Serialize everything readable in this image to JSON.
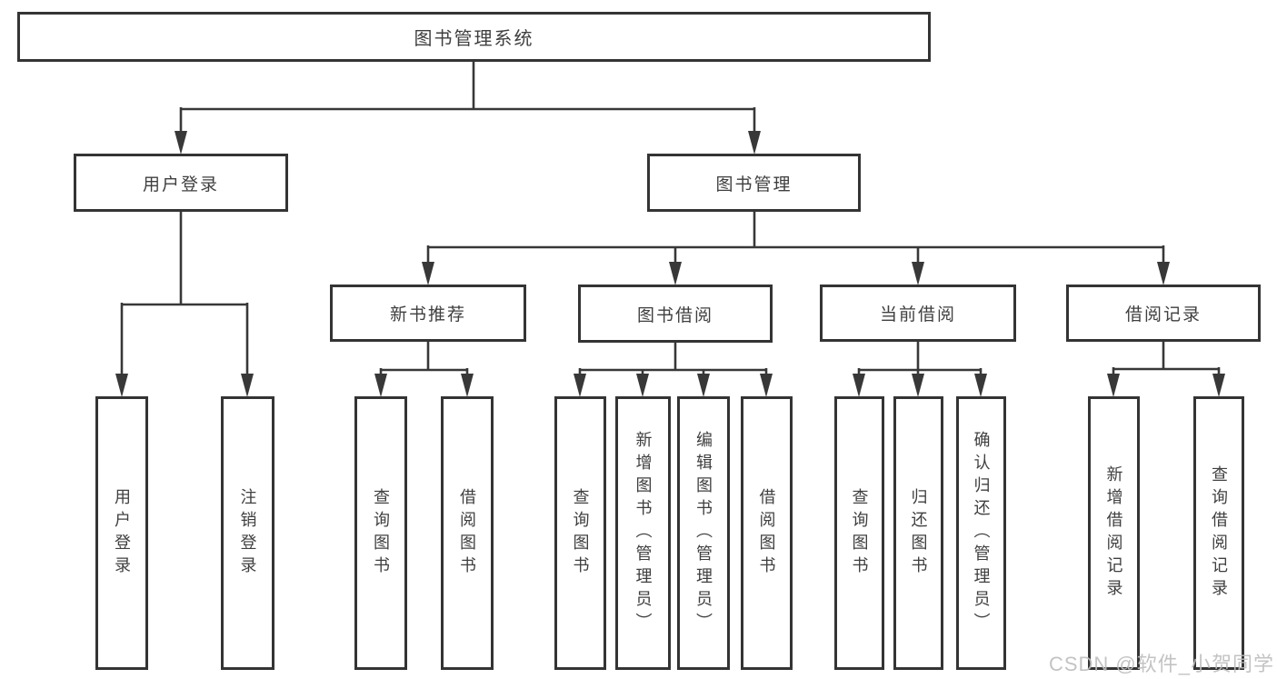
{
  "colors": {
    "line": "#383838",
    "box_border": "#343434",
    "text": "#3f3f3f",
    "watermark_text": "#bdbdbf",
    "background": "#ffffff"
  },
  "watermark": {
    "text": "CSDN @软件_小贺同学"
  },
  "tree": {
    "root": {
      "label": "图书管理系统",
      "children": [
        {
          "label": "用户登录",
          "children": [
            {
              "label": "用户登录"
            },
            {
              "label": "注销登录"
            }
          ]
        },
        {
          "label": "图书管理",
          "children": [
            {
              "label": "新书推荐",
              "children": [
                {
                  "label": "查询图书"
                },
                {
                  "label": "借阅图书"
                }
              ]
            },
            {
              "label": "图书借阅",
              "children": [
                {
                  "label": "查询图书"
                },
                {
                  "label": "新增图书（管理员）"
                },
                {
                  "label": "编辑图书（管理员）"
                },
                {
                  "label": "借阅图书"
                }
              ]
            },
            {
              "label": "当前借阅",
              "children": [
                {
                  "label": "查询图书"
                },
                {
                  "label": "归还图书"
                },
                {
                  "label": "确认归还（管理员）"
                }
              ]
            },
            {
              "label": "借阅记录",
              "children": [
                {
                  "label": "新增借阅记录"
                },
                {
                  "label": "查询借阅记录"
                }
              ]
            }
          ]
        }
      ]
    }
  }
}
